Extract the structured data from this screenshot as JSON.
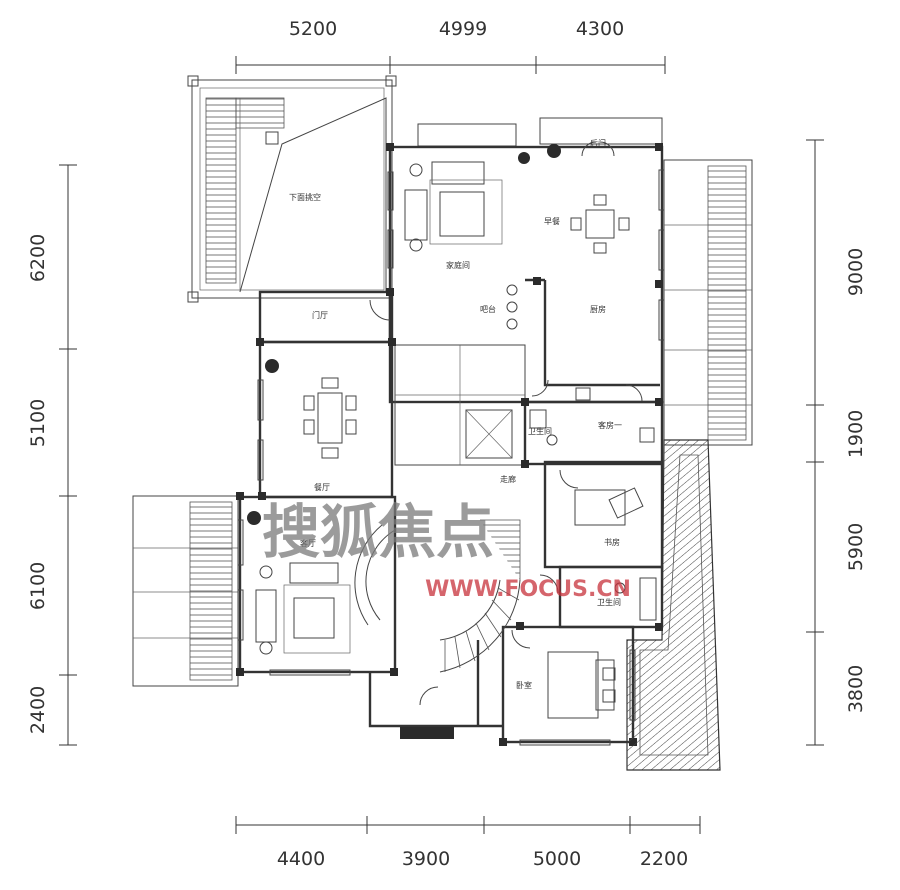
{
  "dimensions": {
    "top": [
      "5200",
      "4999",
      "4300"
    ],
    "bottom": [
      "4400",
      "3900",
      "5000",
      "2200"
    ],
    "left": [
      "6200",
      "5100",
      "6100",
      "2400"
    ],
    "right": [
      "9000",
      "1900",
      "5900",
      "3800"
    ]
  },
  "rooms": {
    "void_below": "下面挑空",
    "family_room": "家庭间",
    "breakfast": "早餐",
    "bar": "吧台",
    "kitchen": "厨房",
    "back_door": "后门",
    "foyer": "门厅",
    "dining": "餐厅",
    "corridor": "走廊",
    "guest_room_1": "客房一",
    "bath_1": "卫生间",
    "study": "书房",
    "living": "客厅",
    "bath_2": "卫生间",
    "bedroom": "卧室"
  },
  "watermark": {
    "brand": "搜狐焦点",
    "url": "WWW.FOCUS.CN"
  },
  "colors": {
    "line": "#333333",
    "watermark_grey": "#7a7a7a",
    "watermark_red": "#c8323c"
  }
}
